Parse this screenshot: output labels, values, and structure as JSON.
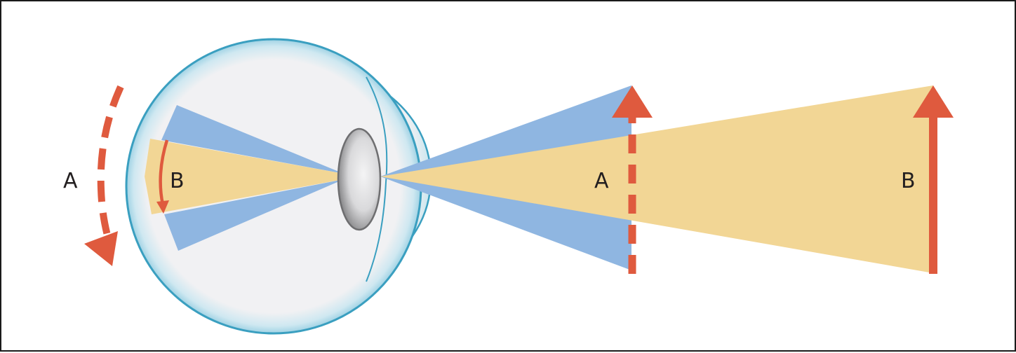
{
  "diagram": {
    "labels": {
      "retina_a": "A",
      "retina_b": "B",
      "object_a": "A",
      "object_b": "B"
    },
    "colors": {
      "frame": "#1a1a1a",
      "eye_outline": "#3a9fc0",
      "eye_rim": "#bfe2ee",
      "eye_interior": "#f1f1f3",
      "lens": "#d6d6d8",
      "lens_edge": "#6e6e70",
      "blue_cone": "#8fb6e1",
      "yellow_cone": "#f2d695",
      "arrow": "#df5a3e",
      "text": "#231f20"
    }
  }
}
